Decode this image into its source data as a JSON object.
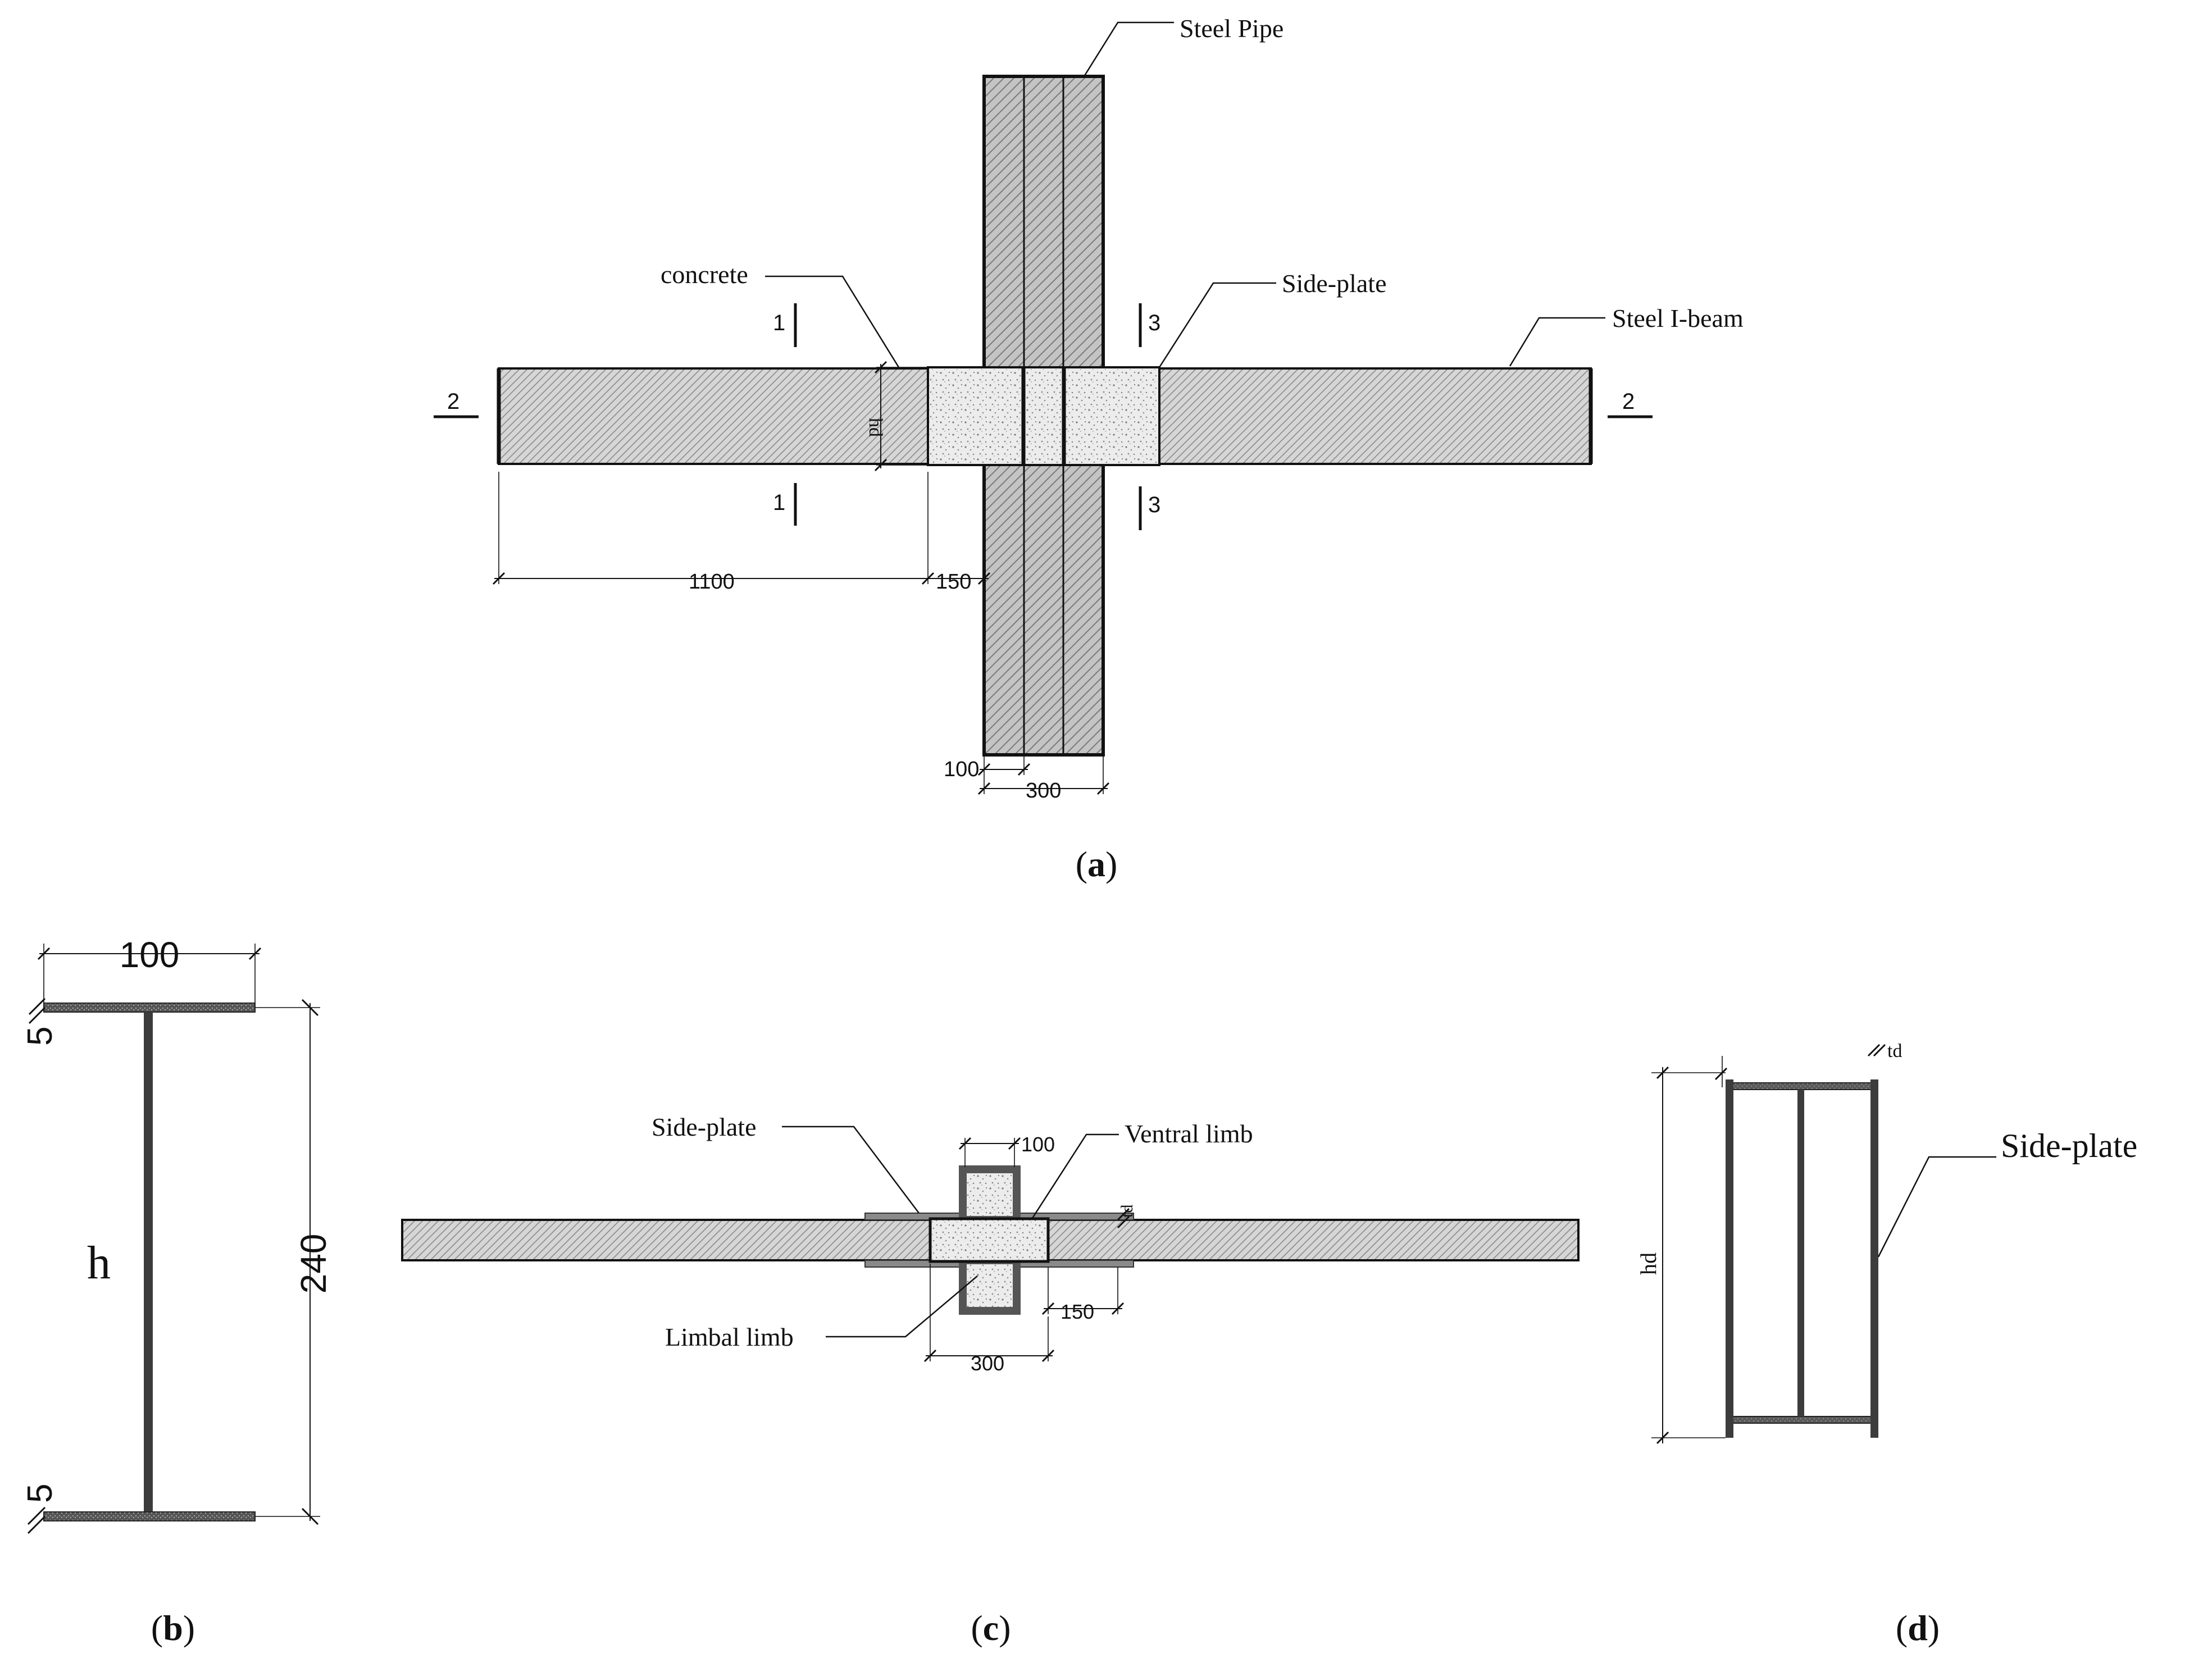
{
  "panel_a": {
    "caption_letter": "a",
    "labels": {
      "steel_pipe": "Steel Pipe",
      "concrete": "concrete",
      "side_plate": "Side-plate",
      "steel_i_beam": "Steel I-beam"
    },
    "section_marks": {
      "s1": "1",
      "s2": "2",
      "s3": "3"
    },
    "dims": {
      "beam_len": "1100",
      "plate_len": "150",
      "hd": "hd",
      "inner_100": "100",
      "col_w": "300"
    }
  },
  "panel_b": {
    "caption_letter": "b",
    "dims": {
      "flange_w": "100",
      "flange_t_top": "5",
      "flange_t_bot": "5",
      "height_symbol": "h",
      "height": "240"
    }
  },
  "panel_c": {
    "caption_letter": "c",
    "labels": {
      "side_plate": "Side-plate",
      "ventral_limb": "Ventral limb",
      "limbal_limb": "Limbal limb"
    },
    "dims": {
      "limb_w": "100",
      "td": "td",
      "plate_len": "150",
      "core_w": "300"
    }
  },
  "panel_d": {
    "caption_letter": "d",
    "labels": {
      "side_plate": "Side-plate"
    },
    "dims": {
      "td": "td",
      "hd": "hd"
    }
  },
  "colors": {
    "hatch_fill": "#d4d4d4",
    "concrete_fill": "#e6e6e6",
    "steel_section": "#3c3c3c",
    "line": "#111111"
  }
}
